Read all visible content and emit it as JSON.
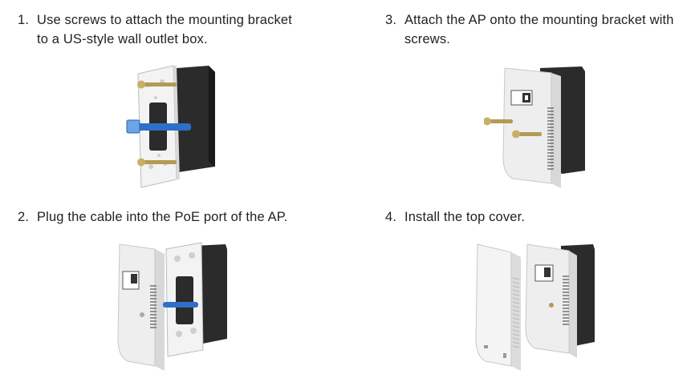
{
  "steps": [
    {
      "number": "1.",
      "line1": "Use screws to attach the mounting bracket",
      "line2": "to a US-style wall outlet box."
    },
    {
      "number": "2.",
      "line1": "Plug the cable into the PoE port of the AP.",
      "line2": ""
    },
    {
      "number": "3.",
      "line1": "Attach the AP onto the mounting bracket with",
      "line2": "screws."
    },
    {
      "number": "4.",
      "line1": "Install the top cover.",
      "line2": ""
    }
  ],
  "illustrations": {
    "step1": "mounting-bracket-on-outlet-box-illustration",
    "step2": "cable-plugged-into-ap-illustration",
    "step3": "ap-attached-to-bracket-illustration",
    "step4": "top-cover-installation-illustration"
  },
  "colors": {
    "device_body": "#eeeeee",
    "outlet_box": "#2b2b2b",
    "cable": "#2f6fc9",
    "screw": "#b39a55"
  }
}
